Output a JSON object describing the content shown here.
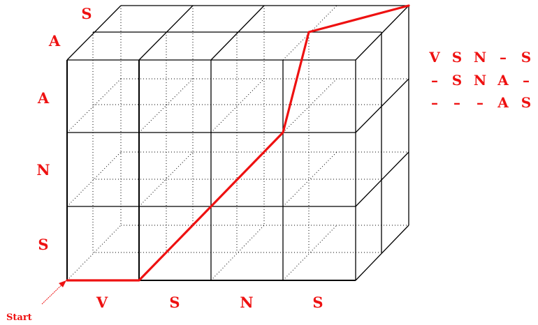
{
  "sequences": {
    "x_axis": [
      "V",
      "S",
      "N",
      "S"
    ],
    "y_axis": [
      "S",
      "N",
      "A"
    ],
    "z_axis": [
      "A",
      "S"
    ]
  },
  "alignment": {
    "rows": [
      [
        "V",
        "S",
        "N",
        "–",
        "S"
      ],
      [
        "–",
        "S",
        "N",
        "A",
        "–"
      ],
      [
        "–",
        "–",
        "–",
        "A",
        "S"
      ]
    ]
  },
  "start_label": "Start",
  "colors": {
    "label": "#ee1111",
    "path": "#ee1111",
    "grid": "#000000"
  }
}
